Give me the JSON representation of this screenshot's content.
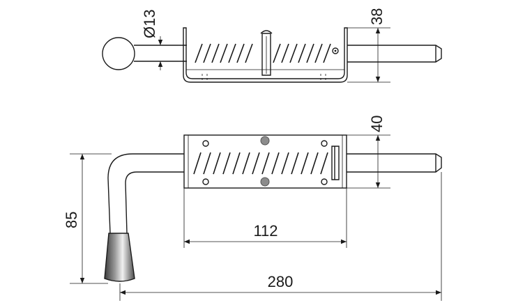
{
  "dimensions": {
    "rod_diameter": "Ø13",
    "top_height": "38",
    "bottom_height": "40",
    "handle_height": "85",
    "body_length": "112",
    "overall_length": "280"
  }
}
